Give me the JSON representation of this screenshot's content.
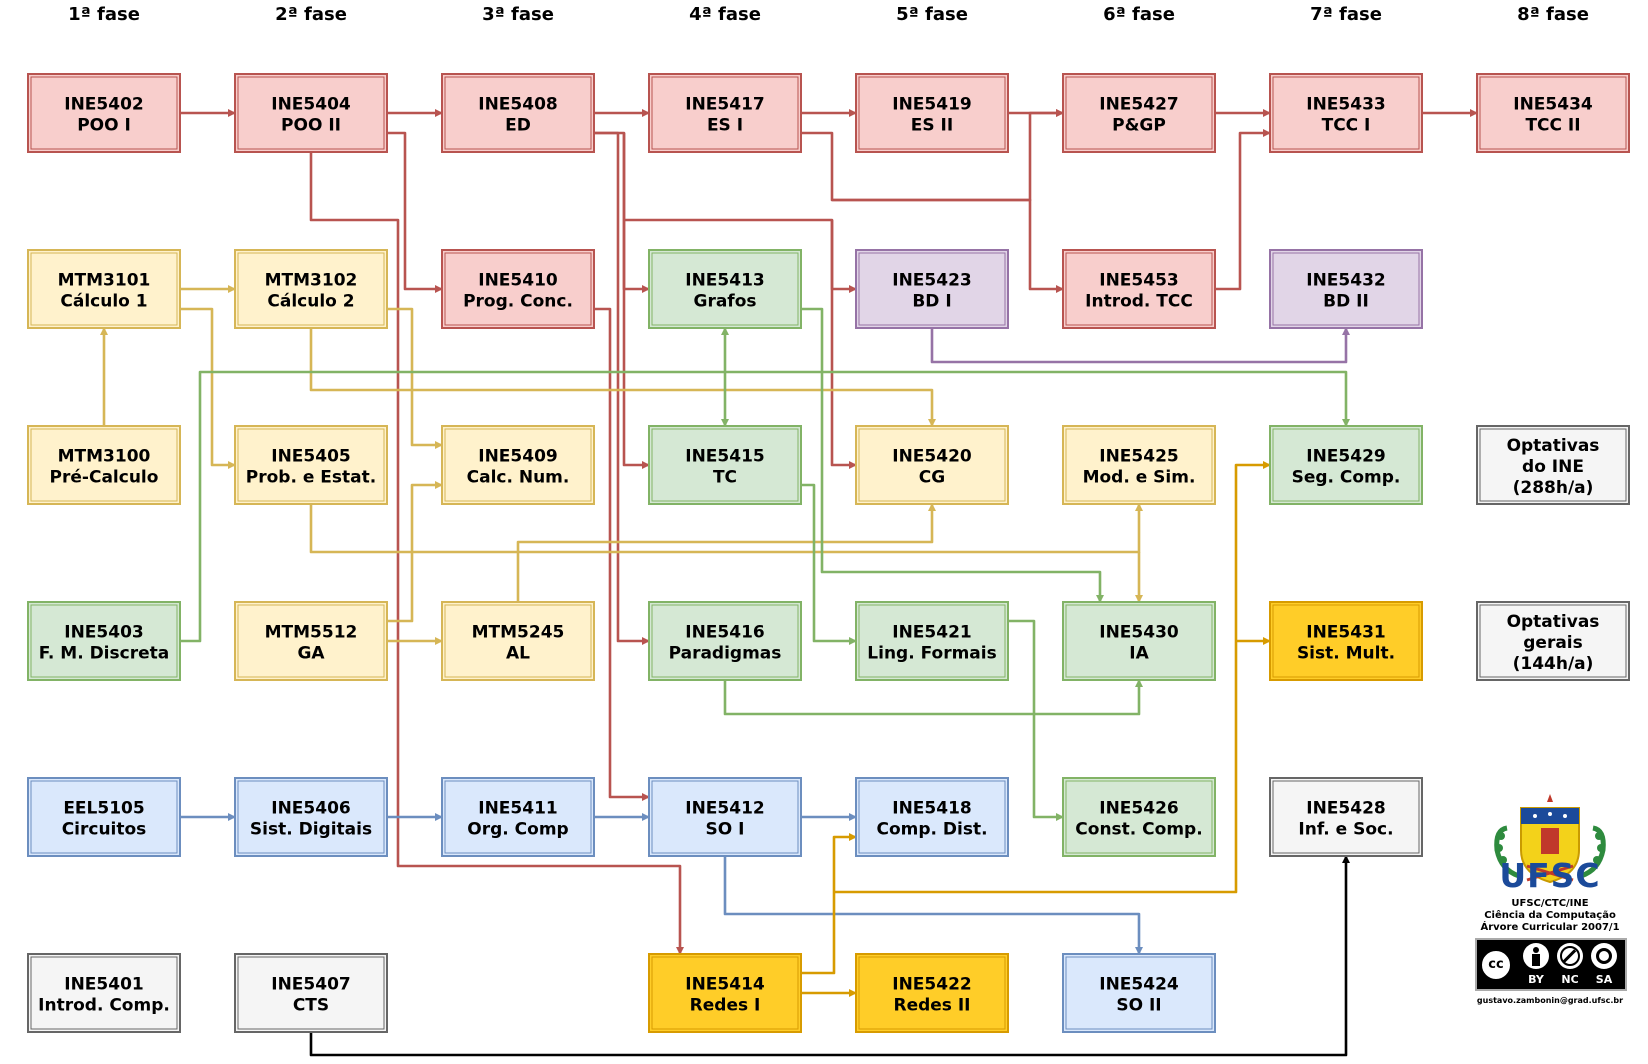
{
  "phases": [
    "1ª fase",
    "2ª fase",
    "3ª fase",
    "4ª fase",
    "5ª fase",
    "6ª fase",
    "7ª fase",
    "8ª fase"
  ],
  "palette": {
    "red": {
      "fill": "#f8cecc",
      "stroke": "#b85450"
    },
    "yellow": {
      "fill": "#fff2cc",
      "stroke": "#d6b656"
    },
    "green": {
      "fill": "#d5e8d4",
      "stroke": "#82b366"
    },
    "blue": {
      "fill": "#dae8fc",
      "stroke": "#6c8ebf"
    },
    "purple": {
      "fill": "#e1d5e7",
      "stroke": "#9673a6"
    },
    "gray": {
      "fill": "#f5f5f5",
      "stroke": "#666666"
    },
    "orange": {
      "fill": "#ffcd28",
      "stroke": "#d79b00"
    }
  },
  "edge_colors": {
    "red": "#b85450",
    "yellow": "#d6b656",
    "green": "#82b366",
    "blue": "#6c8ebf",
    "purple": "#9673a6",
    "orange": "#d79b00",
    "black": "#000000"
  },
  "courses": [
    {
      "id": "INE5402",
      "lines": [
        "INE5402",
        "POO I"
      ],
      "color": "red"
    },
    {
      "id": "INE5404",
      "lines": [
        "INE5404",
        "POO II"
      ],
      "color": "red"
    },
    {
      "id": "INE5408",
      "lines": [
        "INE5408",
        "ED"
      ],
      "color": "red"
    },
    {
      "id": "INE5417",
      "lines": [
        "INE5417",
        "ES I"
      ],
      "color": "red"
    },
    {
      "id": "INE5419",
      "lines": [
        "INE5419",
        "ES II"
      ],
      "color": "red"
    },
    {
      "id": "INE5427",
      "lines": [
        "INE5427",
        "P&GP"
      ],
      "color": "red"
    },
    {
      "id": "INE5433",
      "lines": [
        "INE5433",
        "TCC I"
      ],
      "color": "red"
    },
    {
      "id": "INE5434",
      "lines": [
        "INE5434",
        "TCC II"
      ],
      "color": "red"
    },
    {
      "id": "MTM3101",
      "lines": [
        "MTM3101",
        "Cálculo 1"
      ],
      "color": "yellow"
    },
    {
      "id": "MTM3102",
      "lines": [
        "MTM3102",
        "Cálculo 2"
      ],
      "color": "yellow"
    },
    {
      "id": "INE5410",
      "lines": [
        "INE5410",
        "Prog. Conc."
      ],
      "color": "red"
    },
    {
      "id": "INE5413",
      "lines": [
        "INE5413",
        "Grafos"
      ],
      "color": "green"
    },
    {
      "id": "INE5423",
      "lines": [
        "INE5423",
        "BD I"
      ],
      "color": "purple"
    },
    {
      "id": "INE5453",
      "lines": [
        "INE5453",
        "Introd. TCC"
      ],
      "color": "red"
    },
    {
      "id": "INE5432",
      "lines": [
        "INE5432",
        "BD II"
      ],
      "color": "purple"
    },
    {
      "id": "MTM3100",
      "lines": [
        "MTM3100",
        "Pré-Calculo"
      ],
      "color": "yellow"
    },
    {
      "id": "INE5405",
      "lines": [
        "INE5405",
        "Prob. e Estat."
      ],
      "color": "yellow"
    },
    {
      "id": "INE5409",
      "lines": [
        "INE5409",
        "Calc. Num."
      ],
      "color": "yellow"
    },
    {
      "id": "INE5415",
      "lines": [
        "INE5415",
        "TC"
      ],
      "color": "green"
    },
    {
      "id": "INE5420",
      "lines": [
        "INE5420",
        "CG"
      ],
      "color": "yellow"
    },
    {
      "id": "INE5425",
      "lines": [
        "INE5425",
        "Mod. e Sim."
      ],
      "color": "yellow"
    },
    {
      "id": "INE5429",
      "lines": [
        "INE5429",
        "Seg. Comp."
      ],
      "color": "green"
    },
    {
      "id": "OPT_INE",
      "lines": [
        "Optativas",
        "do INE",
        "(288h/a)"
      ],
      "color": "gray"
    },
    {
      "id": "INE5403",
      "lines": [
        "INE5403",
        "F. M. Discreta"
      ],
      "color": "green"
    },
    {
      "id": "MTM5512",
      "lines": [
        "MTM5512",
        "GA"
      ],
      "color": "yellow"
    },
    {
      "id": "MTM5245",
      "lines": [
        "MTM5245",
        "AL"
      ],
      "color": "yellow"
    },
    {
      "id": "INE5416",
      "lines": [
        "INE5416",
        "Paradigmas"
      ],
      "color": "green"
    },
    {
      "id": "INE5421",
      "lines": [
        "INE5421",
        "Ling. Formais"
      ],
      "color": "green"
    },
    {
      "id": "INE5430",
      "lines": [
        "INE5430",
        "IA"
      ],
      "color": "green"
    },
    {
      "id": "INE5431",
      "lines": [
        "INE5431",
        "Sist. Mult."
      ],
      "color": "orange"
    },
    {
      "id": "OPT_GER",
      "lines": [
        "Optativas",
        "gerais",
        "(144h/a)"
      ],
      "color": "gray"
    },
    {
      "id": "EEL5105",
      "lines": [
        "EEL5105",
        "Circuitos"
      ],
      "color": "blue"
    },
    {
      "id": "INE5406",
      "lines": [
        "INE5406",
        "Sist. Digitais"
      ],
      "color": "blue"
    },
    {
      "id": "INE5411",
      "lines": [
        "INE5411",
        "Org. Comp"
      ],
      "color": "blue"
    },
    {
      "id": "INE5412",
      "lines": [
        "INE5412",
        "SO I"
      ],
      "color": "blue"
    },
    {
      "id": "INE5418",
      "lines": [
        "INE5418",
        "Comp. Dist."
      ],
      "color": "blue"
    },
    {
      "id": "INE5426",
      "lines": [
        "INE5426",
        "Const. Comp."
      ],
      "color": "green"
    },
    {
      "id": "INE5428",
      "lines": [
        "INE5428",
        "Inf. e Soc."
      ],
      "color": "gray"
    },
    {
      "id": "INE5401",
      "lines": [
        "INE5401",
        "Introd. Comp."
      ],
      "color": "gray"
    },
    {
      "id": "INE5407",
      "lines": [
        "INE5407",
        "CTS"
      ],
      "color": "gray"
    },
    {
      "id": "INE5414",
      "lines": [
        "INE5414",
        "Redes I"
      ],
      "color": "orange"
    },
    {
      "id": "INE5422",
      "lines": [
        "INE5422",
        "Redes II"
      ],
      "color": "orange"
    },
    {
      "id": "INE5424",
      "lines": [
        "INE5424",
        "SO II"
      ],
      "color": "blue"
    }
  ],
  "prerequisites": [
    {
      "from": "INE5402",
      "to": "INE5404",
      "color": "red"
    },
    {
      "from": "INE5404",
      "to": "INE5408",
      "color": "red"
    },
    {
      "from": "INE5408",
      "to": "INE5417",
      "color": "red"
    },
    {
      "from": "INE5417",
      "to": "INE5419",
      "color": "red"
    },
    {
      "from": "INE5419",
      "to": "INE5427",
      "color": "red"
    },
    {
      "from": "INE5427",
      "to": "INE5433",
      "color": "red"
    },
    {
      "from": "INE5433",
      "to": "INE5434",
      "color": "red"
    },
    {
      "from": "INE5417",
      "to": "INE5427",
      "color": "red"
    },
    {
      "from": "INE5417",
      "to": "INE5453",
      "color": "red"
    },
    {
      "from": "INE5453",
      "to": "INE5433",
      "color": "red"
    },
    {
      "from": "INE5404",
      "to": "INE5410",
      "color": "red"
    },
    {
      "from": "INE5404",
      "to": "INE5414",
      "color": "red"
    },
    {
      "from": "INE5408",
      "to": "INE5413",
      "color": "red"
    },
    {
      "from": "INE5408",
      "to": "INE5415",
      "color": "red"
    },
    {
      "from": "INE5408",
      "to": "INE5416",
      "color": "red"
    },
    {
      "from": "INE5408",
      "to": "INE5423",
      "color": "red"
    },
    {
      "from": "INE5408",
      "to": "INE5420",
      "color": "red"
    },
    {
      "from": "INE5410",
      "to": "INE5412",
      "color": "red"
    },
    {
      "from": "MTM3100",
      "to": "MTM3101",
      "color": "yellow"
    },
    {
      "from": "MTM3101",
      "to": "MTM3102",
      "color": "yellow"
    },
    {
      "from": "MTM3101",
      "to": "INE5405",
      "color": "yellow"
    },
    {
      "from": "MTM3102",
      "to": "INE5409",
      "color": "yellow"
    },
    {
      "from": "MTM3102",
      "to": "INE5420",
      "color": "yellow"
    },
    {
      "from": "MTM5512",
      "to": "INE5409",
      "color": "yellow"
    },
    {
      "from": "MTM5512",
      "to": "MTM5245",
      "color": "yellow"
    },
    {
      "from": "MTM5245",
      "to": "INE5420",
      "color": "yellow"
    },
    {
      "from": "INE5405",
      "to": "INE5425",
      "color": "yellow"
    },
    {
      "from": "INE5405",
      "to": "INE5430",
      "color": "yellow"
    },
    {
      "from": "INE5403",
      "to": "INE5413",
      "color": "green"
    },
    {
      "from": "INE5403",
      "to": "INE5415",
      "color": "green"
    },
    {
      "from": "INE5403",
      "to": "INE5429",
      "color": "green"
    },
    {
      "from": "INE5413",
      "to": "INE5430",
      "color": "green"
    },
    {
      "from": "INE5415",
      "to": "INE5421",
      "color": "green"
    },
    {
      "from": "INE5416",
      "to": "INE5430",
      "color": "green"
    },
    {
      "from": "INE5421",
      "to": "INE5426",
      "color": "green"
    },
    {
      "from": "INE5423",
      "to": "INE5432",
      "color": "purple"
    },
    {
      "from": "EEL5105",
      "to": "INE5406",
      "color": "blue"
    },
    {
      "from": "INE5406",
      "to": "INE5411",
      "color": "blue"
    },
    {
      "from": "INE5411",
      "to": "INE5412",
      "color": "blue"
    },
    {
      "from": "INE5412",
      "to": "INE5418",
      "color": "blue"
    },
    {
      "from": "INE5412",
      "to": "INE5424",
      "color": "blue"
    },
    {
      "from": "INE5414",
      "to": "INE5422",
      "color": "orange"
    },
    {
      "from": "INE5414",
      "to": "INE5418",
      "color": "orange"
    },
    {
      "from": "INE5414",
      "to": "INE5429",
      "color": "orange"
    },
    {
      "from": "INE5414",
      "to": "INE5431",
      "color": "orange"
    },
    {
      "from": "INE5407",
      "to": "INE5428",
      "color": "black"
    }
  ],
  "logo": {
    "name": "UFSC",
    "lines": [
      "UFSC/CTC/INE",
      "Ciência da Computação",
      "Árvore Curricular 2007/1"
    ],
    "license_labels": [
      "BY",
      "NC",
      "SA"
    ],
    "license_mark": "cc",
    "email": "gustavo.zambonin@grad.ufsc.br",
    "brand_color": "#1b4a9a"
  }
}
